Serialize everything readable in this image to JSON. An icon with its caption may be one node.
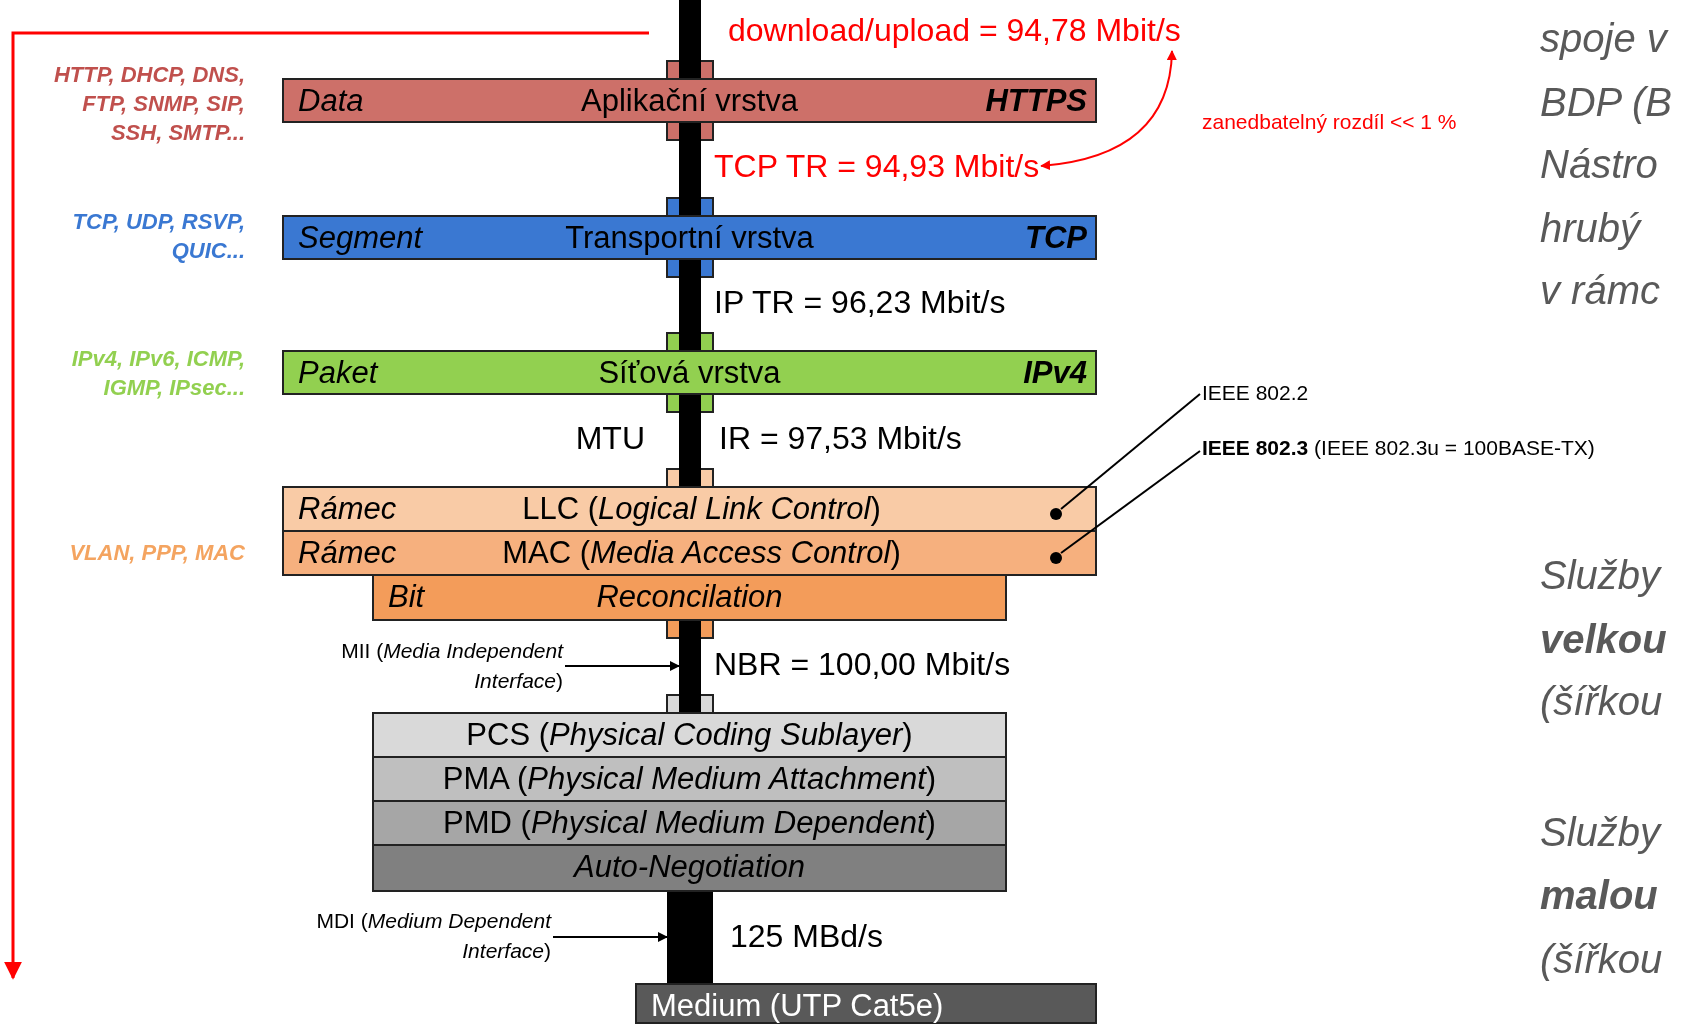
{
  "diagram": {
    "nodes": [
      {
        "text": [
          "download/upload = 94,78 Mbit/s"
        ]
      },
      {
        "text": [
          "Data",
          "Aplikační vrstva",
          "HTTPS"
        ],
        "beside": [
          "HTTP, DHCP, DNS, FTP, SNMP, SIP, SSH, SMTP..."
        ]
      },
      {
        "text": [
          "TCP TR = 94,93 Mbit/s"
        ]
      },
      {
        "text": [
          "Segment",
          "Transportní vrstva",
          "TCP"
        ],
        "beside": [
          "TCP, UDP, RSVP, QUIC..."
        ]
      },
      {
        "text": [
          "Paket",
          "Síťová vrstva",
          "IPv4"
        ],
        "beside": [
          "IPv4, IPv6, ICMP, IGMP, IPsec..."
        ]
      },
      {
        "text": [
          "IEEE 802.2"
        ]
      },
      {
        "text": [
          "**IEEE 802.3** (IEEE 802.3u = 100BASE-TX)"
        ]
      },
      {
        "text": [
          "Rámec",
          "LLC (*Logical Link Control*)"
        ]
      },
      {
        "text": [],
        "shape": "circle",
        "in": 7
      },
      {
        "text": [
          "Rámec",
          "MAC (*Media Access Control*)"
        ],
        "beside": [
          "VLAN, PPP, MAC"
        ]
      },
      {
        "text": [],
        "shape": "circle",
        "in": 9
      },
      {
        "text": [
          "Bit",
          "Reconcilation"
        ]
      },
      {
        "text": [
          "MII (*Media Independent Interface*)"
        ]
      },
      {
        "text": [
          "PCS (*Physical Coding Sublayer*)"
        ]
      },
      {
        "text": [
          "PMA (*Physical Medium Attachment*)"
        ]
      },
      {
        "text": [
          "PMD (*Physical Medium Dependent*)"
        ]
      },
      {
        "text": [
          "Auto-Negotiation"
        ]
      },
      {
        "text": [
          "MDI (*Medium Dependent Interface*)"
        ]
      },
      {
        "text": [
          "Medium (UTP Cat5e)"
        ]
      }
    ],
    "edges": [
      {
        "from": null,
        "to": 1,
        "arrow": "none"
      },
      {
        "from": 1,
        "to": 3,
        "arrow": "none"
      },
      {
        "from": 3,
        "to": 4,
        "arrow": "none"
      },
      {
        "from": 4,
        "to": 7,
        "arrow": "none"
      },
      {
        "from": 11,
        "to": 13,
        "arrow": "none"
      },
      {
        "from": 16,
        "to": 18,
        "arrow": "none",
        "style": "thick"
      },
      {
        "from": 0,
        "to": 2,
        "arrow": "both",
        "color": "#ff0000",
        "label": "zanedbatelný rozdíl << 1 %"
      },
      {
        "from": 5,
        "to": 8,
        "arrow": "none"
      },
      {
        "from": 6,
        "to": 10,
        "arrow": "none"
      },
      {
        "from": 12,
        "to": null,
        "arrow": "to"
      },
      {
        "from": 17,
        "to": null,
        "arrow": "to"
      }
    ],
    "labels": [
      "IP TR = 96,23 Mbit/s",
      "MTU",
      "IR = 97,53 Mbit/s",
      "NBR = 100,00 Mbit/s",
      "125 MBd/s",
      "spoje v",
      "BDP (B",
      "Nástro",
      "hrubý",
      "v rámc",
      "Služby",
      "velkou",
      "(šířkou",
      "Služby",
      "malou",
      "(šířkou"
    ]
  }
}
